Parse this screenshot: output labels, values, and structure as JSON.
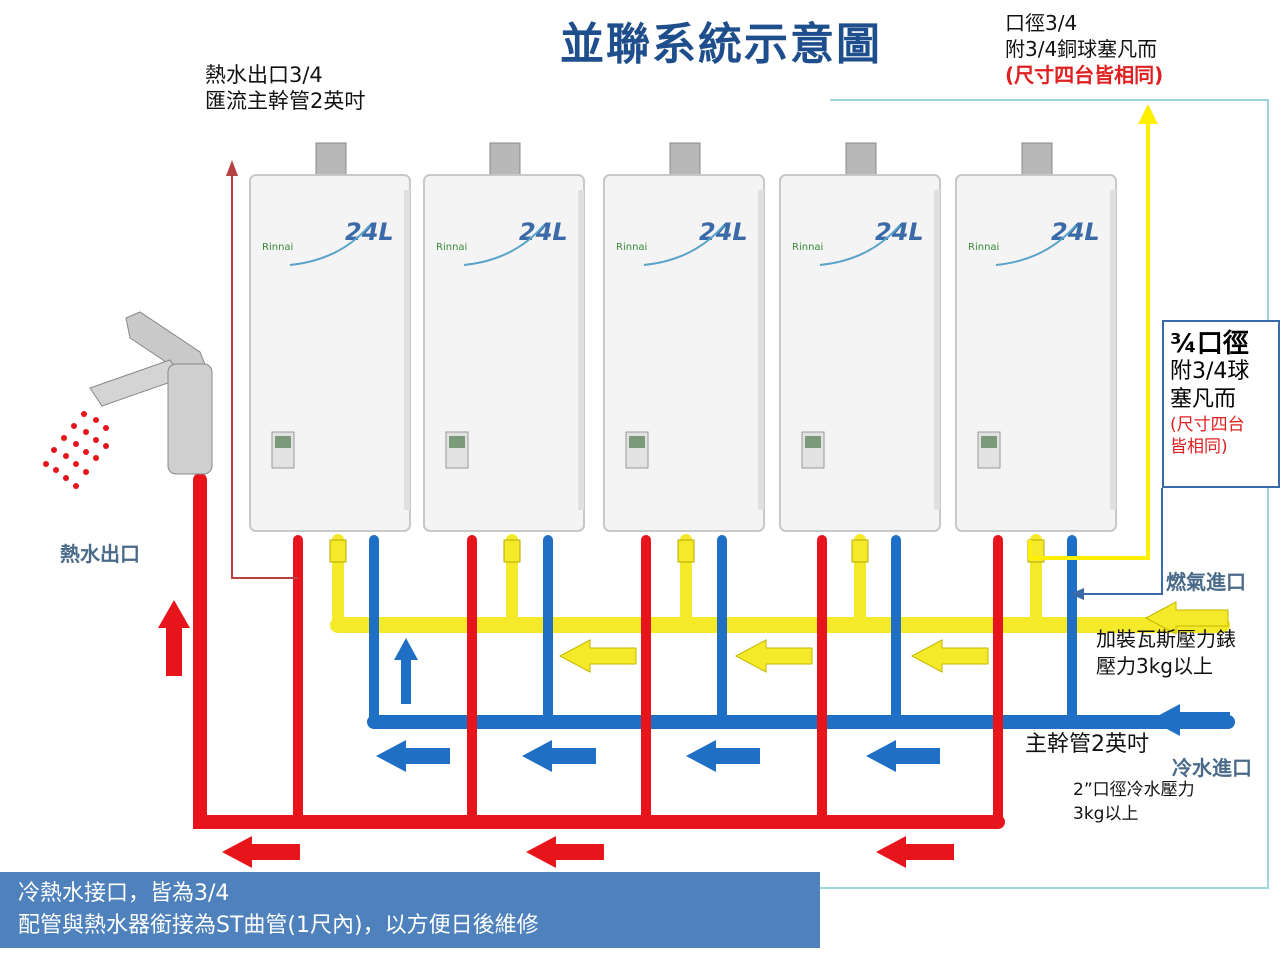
{
  "title": "並聯系統示意圖",
  "labels": {
    "hot_outlet_top_1": "熱水出口3/4",
    "hot_outlet_top_2": "匯流主幹管2英吋",
    "valve_top_1": "口徑3/4",
    "valve_top_2": "附3/4銅球塞凡而",
    "valve_top_3": "(尺寸四台皆相同)",
    "callout_1": "¾口徑",
    "callout_2": "附3/4球",
    "callout_3": "塞凡而",
    "callout_4": "(尺寸四台",
    "callout_5": "皆相同)",
    "gas_inlet": "燃氣進口",
    "gas_gauge_1": "加裝瓦斯壓力錶",
    "gas_gauge_2": "壓力3kg以上",
    "main_pipe": "主幹管2英吋",
    "cold_inlet": "冷水進口",
    "cold_pressure_1": "2”口徑冷水壓力",
    "cold_pressure_2": "3kg以上",
    "hot_outlet_left": "熱水出口"
  },
  "heater_badge": "24L",
  "note": {
    "line1": "冷熱水接口，皆為3/4",
    "line2": "配管與熱水器銜接為ST曲管(1尺內)，以方便日後維修"
  },
  "colors": {
    "hot": "#e8141c",
    "gas": "#f5ea2a",
    "cold": "#1f6fc4",
    "title": "#1f4e8c",
    "note_bg": "#4f81bd"
  }
}
